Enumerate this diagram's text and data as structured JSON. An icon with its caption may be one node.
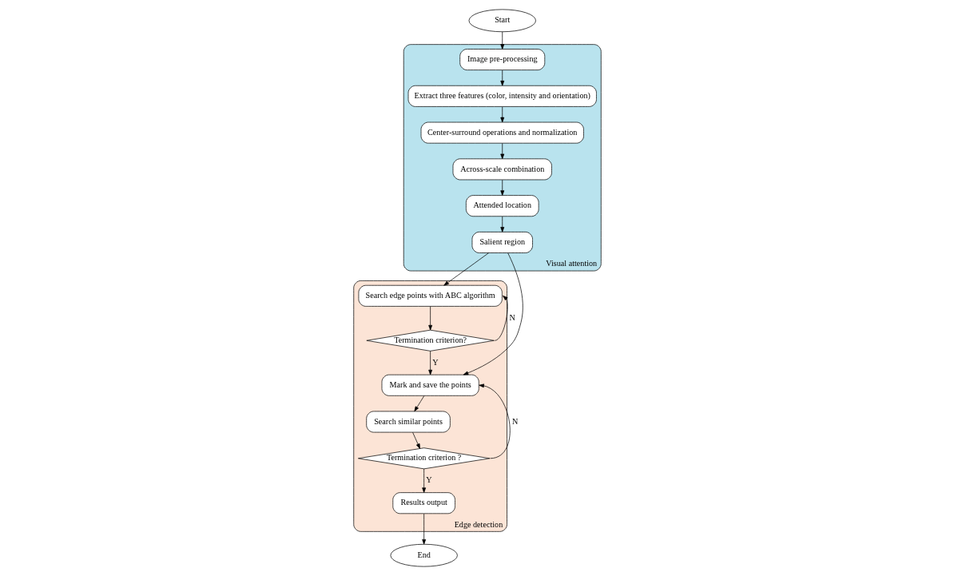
{
  "diagram": {
    "nodes": [
      {
        "text": [
          "Start"
        ]
      },
      {
        "text": [
          "Visual attention"
        ]
      },
      {
        "text": [
          "Image pre-processing"
        ],
        "in": 1
      },
      {
        "text": [
          "Extract three features (color, intensity and orientation)"
        ],
        "in": 1
      },
      {
        "text": [
          "Center-surround operations and normalization"
        ],
        "in": 1
      },
      {
        "text": [
          "Across-scale combination"
        ],
        "in": 1
      },
      {
        "text": [
          "Attended location"
        ],
        "in": 1
      },
      {
        "text": [
          "Salient region"
        ],
        "in": 1
      },
      {
        "text": [
          "Edge detection"
        ]
      },
      {
        "text": [
          "Search edge points with ABC algorithm"
        ],
        "in": 8
      },
      {
        "text": [
          "Termination criterion?"
        ],
        "in": 8
      },
      {
        "text": [
          "Mark and save the points"
        ],
        "in": 8
      },
      {
        "text": [
          "Search similar points"
        ],
        "in": 8
      },
      {
        "text": [
          "Termination criterion ?"
        ],
        "in": 8
      },
      {
        "text": [
          "Results output"
        ],
        "in": 8
      },
      {
        "text": [
          "End"
        ]
      }
    ],
    "edges": [
      {
        "from": 0,
        "to": 2,
        "arrow": "to"
      },
      {
        "from": 2,
        "to": 3,
        "arrow": "to"
      },
      {
        "from": 3,
        "to": 4,
        "arrow": "to"
      },
      {
        "from": 4,
        "to": 5,
        "arrow": "to"
      },
      {
        "from": 5,
        "to": 6,
        "arrow": "to"
      },
      {
        "from": 6,
        "to": 7,
        "arrow": "to"
      },
      {
        "from": 7,
        "to": 9,
        "arrow": "to"
      },
      {
        "from": 7,
        "to": 11,
        "arrow": "to"
      },
      {
        "from": 9,
        "to": 10,
        "arrow": "to"
      },
      {
        "from": 10,
        "to": 9,
        "label": "N",
        "arrow": "to"
      },
      {
        "from": 10,
        "to": 11,
        "label": "Y",
        "arrow": "to"
      },
      {
        "from": 11,
        "to": 12,
        "arrow": "to"
      },
      {
        "from": 12,
        "to": 13,
        "arrow": "to"
      },
      {
        "from": 13,
        "to": 11,
        "label": "N",
        "arrow": "to"
      },
      {
        "from": 13,
        "to": 14,
        "label": "Y",
        "arrow": "to"
      },
      {
        "from": 14,
        "to": 15,
        "arrow": "to"
      }
    ]
  }
}
